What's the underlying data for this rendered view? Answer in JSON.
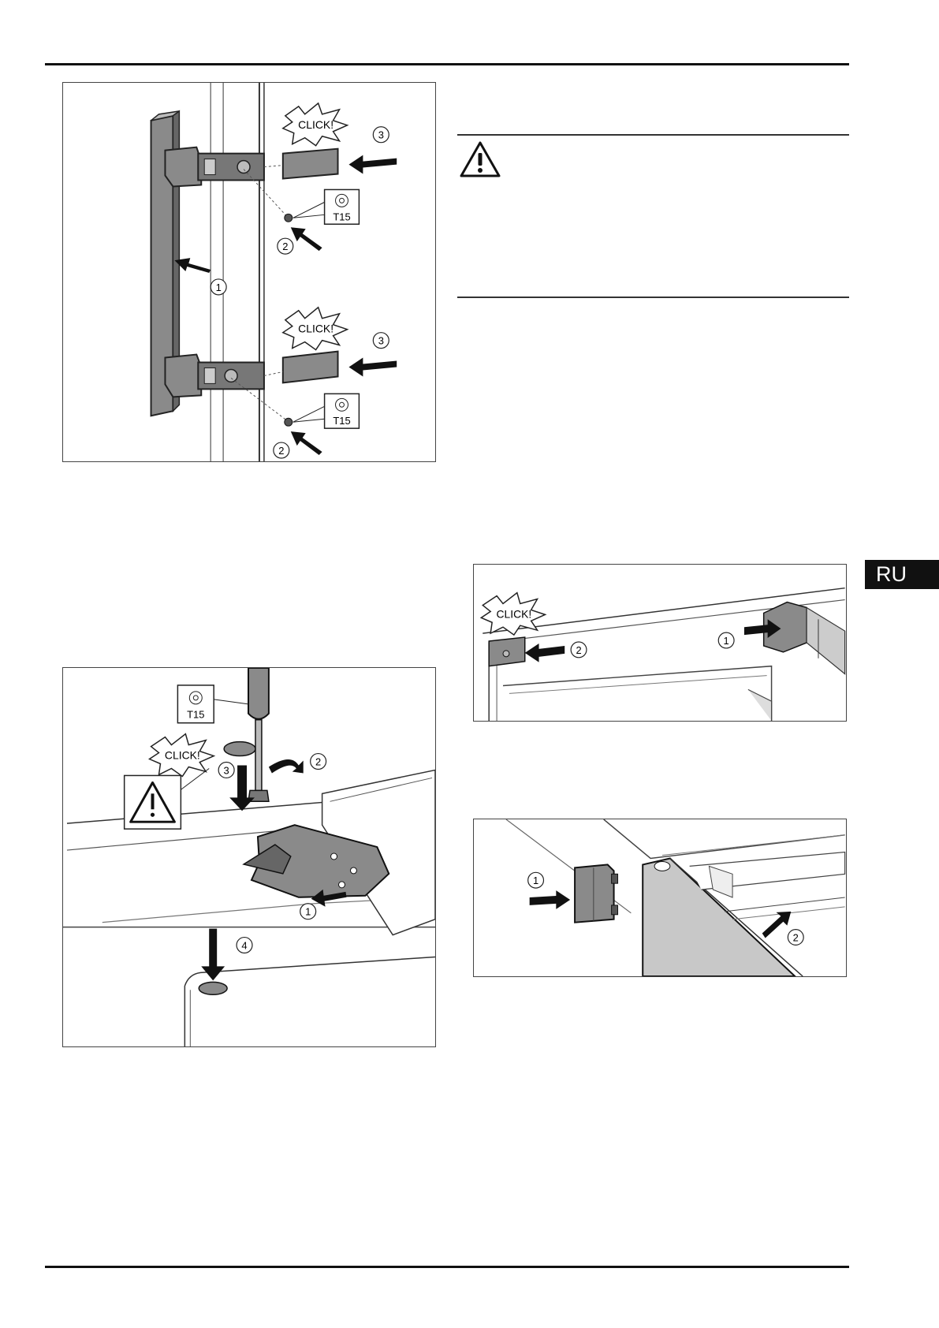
{
  "language_tab": "RU",
  "figure1": {
    "click_labels": [
      "CLICK!",
      "CLICK!"
    ],
    "callouts": [
      "1",
      "2",
      "2",
      "3",
      "3"
    ],
    "tool_label_top": "T15",
    "tool_label_bottom": "T15"
  },
  "figure2": {
    "tool_label": "T15",
    "click_label": "CLICK!",
    "callouts": [
      "1",
      "2",
      "3",
      "4"
    ]
  },
  "figure3": {
    "click_label": "CLICK!",
    "callouts": [
      "1",
      "2"
    ]
  },
  "figure4": {
    "callouts": [
      "1",
      "2"
    ]
  },
  "colors": {
    "ink": "#111111",
    "part_fill": "#8a8a8a",
    "part_light": "#c8c8c8"
  }
}
